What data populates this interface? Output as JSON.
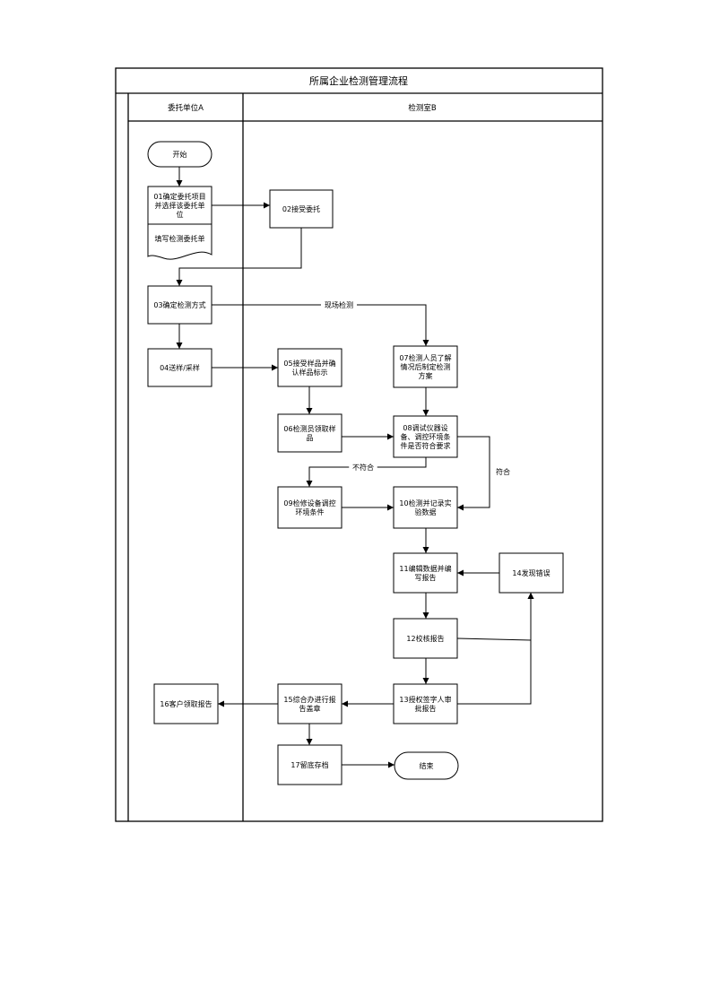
{
  "title": "所属企业检测管理流程",
  "lanes": [
    {
      "id": "A",
      "label": "委托单位A"
    },
    {
      "id": "B",
      "label": "检测室B"
    }
  ],
  "nodes": [
    {
      "id": "start",
      "shape": "terminal",
      "lines": [
        "开始"
      ]
    },
    {
      "id": "n01",
      "shape": "process",
      "lines": [
        "01确定委托项目",
        "并选择该委托单",
        "位"
      ]
    },
    {
      "id": "n01b",
      "shape": "document",
      "lines": [
        "填写检测委托单"
      ]
    },
    {
      "id": "n02",
      "shape": "process",
      "lines": [
        "02接受委托"
      ]
    },
    {
      "id": "n03",
      "shape": "process",
      "lines": [
        "03确定检测方式"
      ]
    },
    {
      "id": "n04",
      "shape": "process",
      "lines": [
        "04送样/采样"
      ]
    },
    {
      "id": "n05",
      "shape": "process",
      "lines": [
        "05接受样品并确",
        "认样品标示"
      ]
    },
    {
      "id": "n06",
      "shape": "process",
      "lines": [
        "06检测员领取样",
        "品"
      ]
    },
    {
      "id": "n07",
      "shape": "process",
      "lines": [
        "07检测人员了解",
        "情况后制定检测",
        "方案"
      ]
    },
    {
      "id": "n08",
      "shape": "process",
      "lines": [
        "08调试仪器设",
        "备、调控环境条",
        "件是否符合要求"
      ]
    },
    {
      "id": "n09",
      "shape": "process",
      "lines": [
        "09检修设备调控",
        "环境条件"
      ]
    },
    {
      "id": "n10",
      "shape": "process",
      "lines": [
        "10检测并记录实",
        "验数据"
      ]
    },
    {
      "id": "n11",
      "shape": "process",
      "lines": [
        "11编辑数据并编",
        "写报告"
      ]
    },
    {
      "id": "n12",
      "shape": "process",
      "lines": [
        "12校核报告"
      ]
    },
    {
      "id": "n13",
      "shape": "process",
      "lines": [
        "13授权签字人审",
        "批报告"
      ]
    },
    {
      "id": "n14",
      "shape": "process",
      "lines": [
        "14发现错误"
      ]
    },
    {
      "id": "n15",
      "shape": "process",
      "lines": [
        "15综合办进行报",
        "告盖章"
      ]
    },
    {
      "id": "n16",
      "shape": "process",
      "lines": [
        "16客户领取报告"
      ]
    },
    {
      "id": "n17",
      "shape": "process",
      "lines": [
        "17留底存档"
      ]
    },
    {
      "id": "end",
      "shape": "terminal",
      "lines": [
        "结束"
      ]
    }
  ],
  "edges": [
    {
      "from": "start",
      "to": "n01",
      "label": ""
    },
    {
      "from": "n01",
      "to": "n02",
      "label": ""
    },
    {
      "from": "n02",
      "to": "n03",
      "label": ""
    },
    {
      "from": "n03",
      "to": "n07",
      "label": "现场检测"
    },
    {
      "from": "n03",
      "to": "n04",
      "label": ""
    },
    {
      "from": "n04",
      "to": "n05",
      "label": ""
    },
    {
      "from": "n05",
      "to": "n06",
      "label": ""
    },
    {
      "from": "n07",
      "to": "n08",
      "label": ""
    },
    {
      "from": "n06",
      "to": "n08",
      "label": ""
    },
    {
      "from": "n08",
      "to": "n09",
      "label": "不符合"
    },
    {
      "from": "n08",
      "to": "n10",
      "label": "符合"
    },
    {
      "from": "n09",
      "to": "n10",
      "label": ""
    },
    {
      "from": "n10",
      "to": "n11",
      "label": ""
    },
    {
      "from": "n11",
      "to": "n12",
      "label": ""
    },
    {
      "from": "n12",
      "to": "n14",
      "label": ""
    },
    {
      "from": "n14",
      "to": "n11",
      "label": ""
    },
    {
      "from": "n12",
      "to": "n13",
      "label": ""
    },
    {
      "from": "n13",
      "to": "n14",
      "label": ""
    },
    {
      "from": "n13",
      "to": "n15",
      "label": ""
    },
    {
      "from": "n15",
      "to": "n16",
      "label": ""
    },
    {
      "from": "n15",
      "to": "n17",
      "label": ""
    },
    {
      "from": "n17",
      "to": "end",
      "label": ""
    }
  ]
}
